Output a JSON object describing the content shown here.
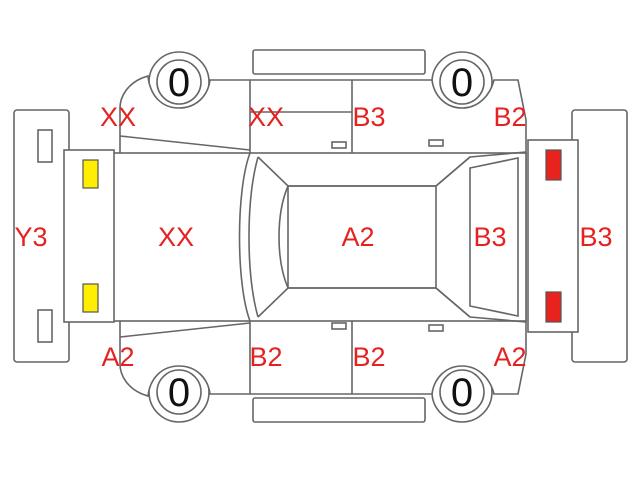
{
  "colors": {
    "outline": "#666666",
    "label": "#e52222",
    "light_yellow": "#ffee00",
    "light_red": "#e8221c"
  },
  "zones": {
    "front_bumper": "Y3",
    "hood": "XX",
    "front_left_fender": "XX",
    "front_left_door": "XX",
    "rear_left_door": "B3",
    "rear_left_fender": "B2",
    "roof": "A2",
    "rear_glass": "B3",
    "rear_bumper": "B3",
    "front_right_fender": "A2",
    "front_right_door": "B2",
    "rear_right_door": "B2",
    "rear_right_fender": "A2"
  },
  "tires": {
    "front_left": "0",
    "rear_left": "0",
    "front_right": "0",
    "rear_right": "0"
  }
}
